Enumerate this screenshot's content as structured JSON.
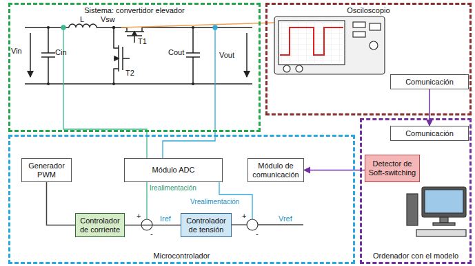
{
  "diagram": {
    "nodes": [
      {
        "text": [
          "Sistema: convertidor elevador"
        ]
      },
      {
        "text": [
          "Osciloscopio"
        ]
      },
      {
        "text": [
          "Comunicación"
        ],
        "in": 1
      },
      {
        "text": [
          "Microcontrolador"
        ]
      },
      {
        "text": [
          "Generador PWM"
        ],
        "in": 3
      },
      {
        "text": [
          "Módulo ADC"
        ],
        "in": 3
      },
      {
        "text": [
          "Módulo de comunicación"
        ],
        "in": 3
      },
      {
        "text": [
          "Controlador de corriente"
        ],
        "in": 3
      },
      {
        "text": [
          "Controlador de tensión"
        ],
        "in": 3
      },
      {
        "text": [
          "Ordenador con el modelo"
        ]
      },
      {
        "text": [
          "Comunicación"
        ],
        "in": 9
      },
      {
        "text": [
          "Detector de Soft-switching"
        ],
        "in": 9
      }
    ],
    "edges": [
      {
        "from": 2,
        "to": 10,
        "arrow": "to"
      },
      {
        "from": 11,
        "to": 6,
        "arrow": "to"
      },
      {
        "from": 4,
        "to": 7,
        "arrow": "none"
      },
      {
        "from": 8,
        "to": 7,
        "label": "Iref",
        "arrow": "none"
      }
    ],
    "labels": [
      "Vin",
      "Cin",
      "L",
      "Vsw",
      "T1",
      "T2",
      "Cout",
      "Vout",
      "Irealimentación",
      "Vrealimentación",
      "+",
      "-",
      "+",
      "-",
      "Vref"
    ]
  }
}
